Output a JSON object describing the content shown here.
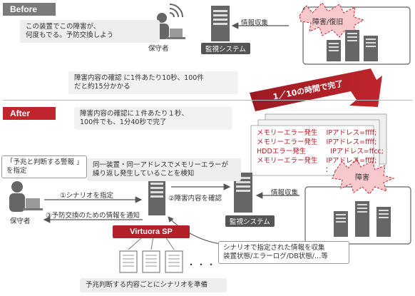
{
  "before": {
    "tag": "Before",
    "bubble_line1": "この装置でこの障害が、",
    "bubble_line2": "何度もでる。予防交換しよう",
    "operator_label": "保守者",
    "collect_label": "情報収集",
    "system_label": "監視システム",
    "failure_label": "障害/復旧",
    "time_line1": "障害内容の確認 に1件あたり10秒、100件",
    "time_line2": "だと約15分かかる"
  },
  "banner": "1／10の時間で完了",
  "after": {
    "tag": "After",
    "time_line1": "障害内容の確認に１件あたり１秒、",
    "time_line2": "100件でも、1分40秒で完了",
    "scenario_box_line1": "「予兆と判断する警報 」",
    "scenario_box_line2": "を指定",
    "detect_line1": "同一装置・同一アドレスでメモリーエラーが",
    "detect_line2": "繰り返し発生していることを検知",
    "step1": "①シナリオを指定",
    "step2": "②障害内容を確認",
    "step3": "③予防交換のための情報を通知",
    "operator_label": "保守者",
    "collect_label": "情報収集",
    "system_label": "監視システム",
    "failure_label": "障害",
    "product_name": "Virtuora SP",
    "collect_note_line1": "シナリオで指定された情報を収集",
    "collect_note_line2": "装置状態/エラーログ/DB状態/…等",
    "prepare_label": "予兆判断する内容ごとにシナリオを準備",
    "ellipsis": "・・・",
    "logs": [
      {
        "error": "メモリーエラー発生",
        "ip": "IPアドレス=ffff;"
      },
      {
        "error": "メモリーエラー発生",
        "ip": "IPアドレス=ffff;"
      },
      {
        "error": "HDDエラー発生",
        "ip": "IPアドレス=ffcc;"
      },
      {
        "error": "メモリーエラー発生",
        "ip": "IPアドレス=ffff;"
      }
    ],
    "log_more": "："
  },
  "colors": {
    "accent_red": "#c0252c",
    "gray_tag": "#7a7a7a",
    "burst_pink": "#f7c8cc"
  }
}
